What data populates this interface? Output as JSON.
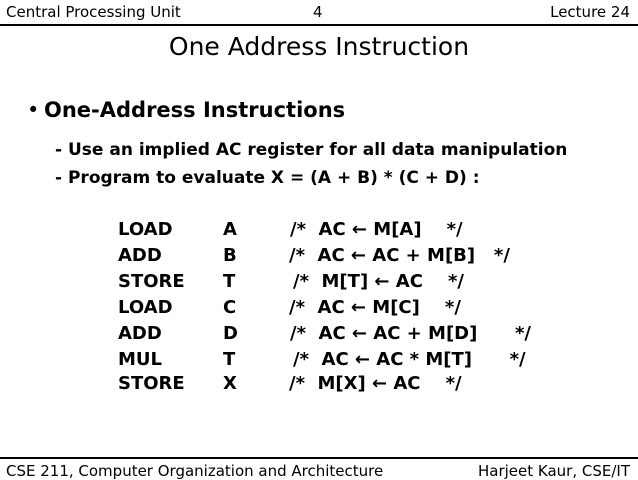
{
  "header": {
    "left": "Central Processing Unit",
    "center": "4",
    "right": "Lecture 24"
  },
  "title": "One Address Instruction",
  "bullet": {
    "glyph": "•",
    "text": "One-Address Instructions"
  },
  "sub_lines": [
    "- Use an implied AC register for all data manipulation",
    "- Program to evaluate  X = (A + B) * (C + D) :"
  ],
  "program": [
    {
      "op": "LOAD",
      "arg": "A",
      "comment": "/*  AC ← M[A]    */"
    },
    {
      "op": "ADD",
      "arg": "B",
      "comment": "/*  AC ← AC + M[B]   */"
    },
    {
      "op": "STORE",
      "arg": "T",
      "comment": "/*  M[T] ← AC    */"
    },
    {
      "op": "LOAD",
      "arg": "C",
      "comment": "/*  AC ← M[C]    */"
    },
    {
      "op": "ADD",
      "arg": "D",
      "comment": "/*  AC ← AC + M[D]      */"
    },
    {
      "op": "MUL",
      "arg": "T",
      "comment": "/*  AC ← AC * M[T]      */"
    },
    {
      "op": "STORE",
      "arg": "X",
      "comment": "/*  M[X] ← AC    */"
    }
  ],
  "footer": {
    "left": "CSE 211, Computer Organization and Architecture",
    "right": "Harjeet Kaur, CSE/IT"
  }
}
